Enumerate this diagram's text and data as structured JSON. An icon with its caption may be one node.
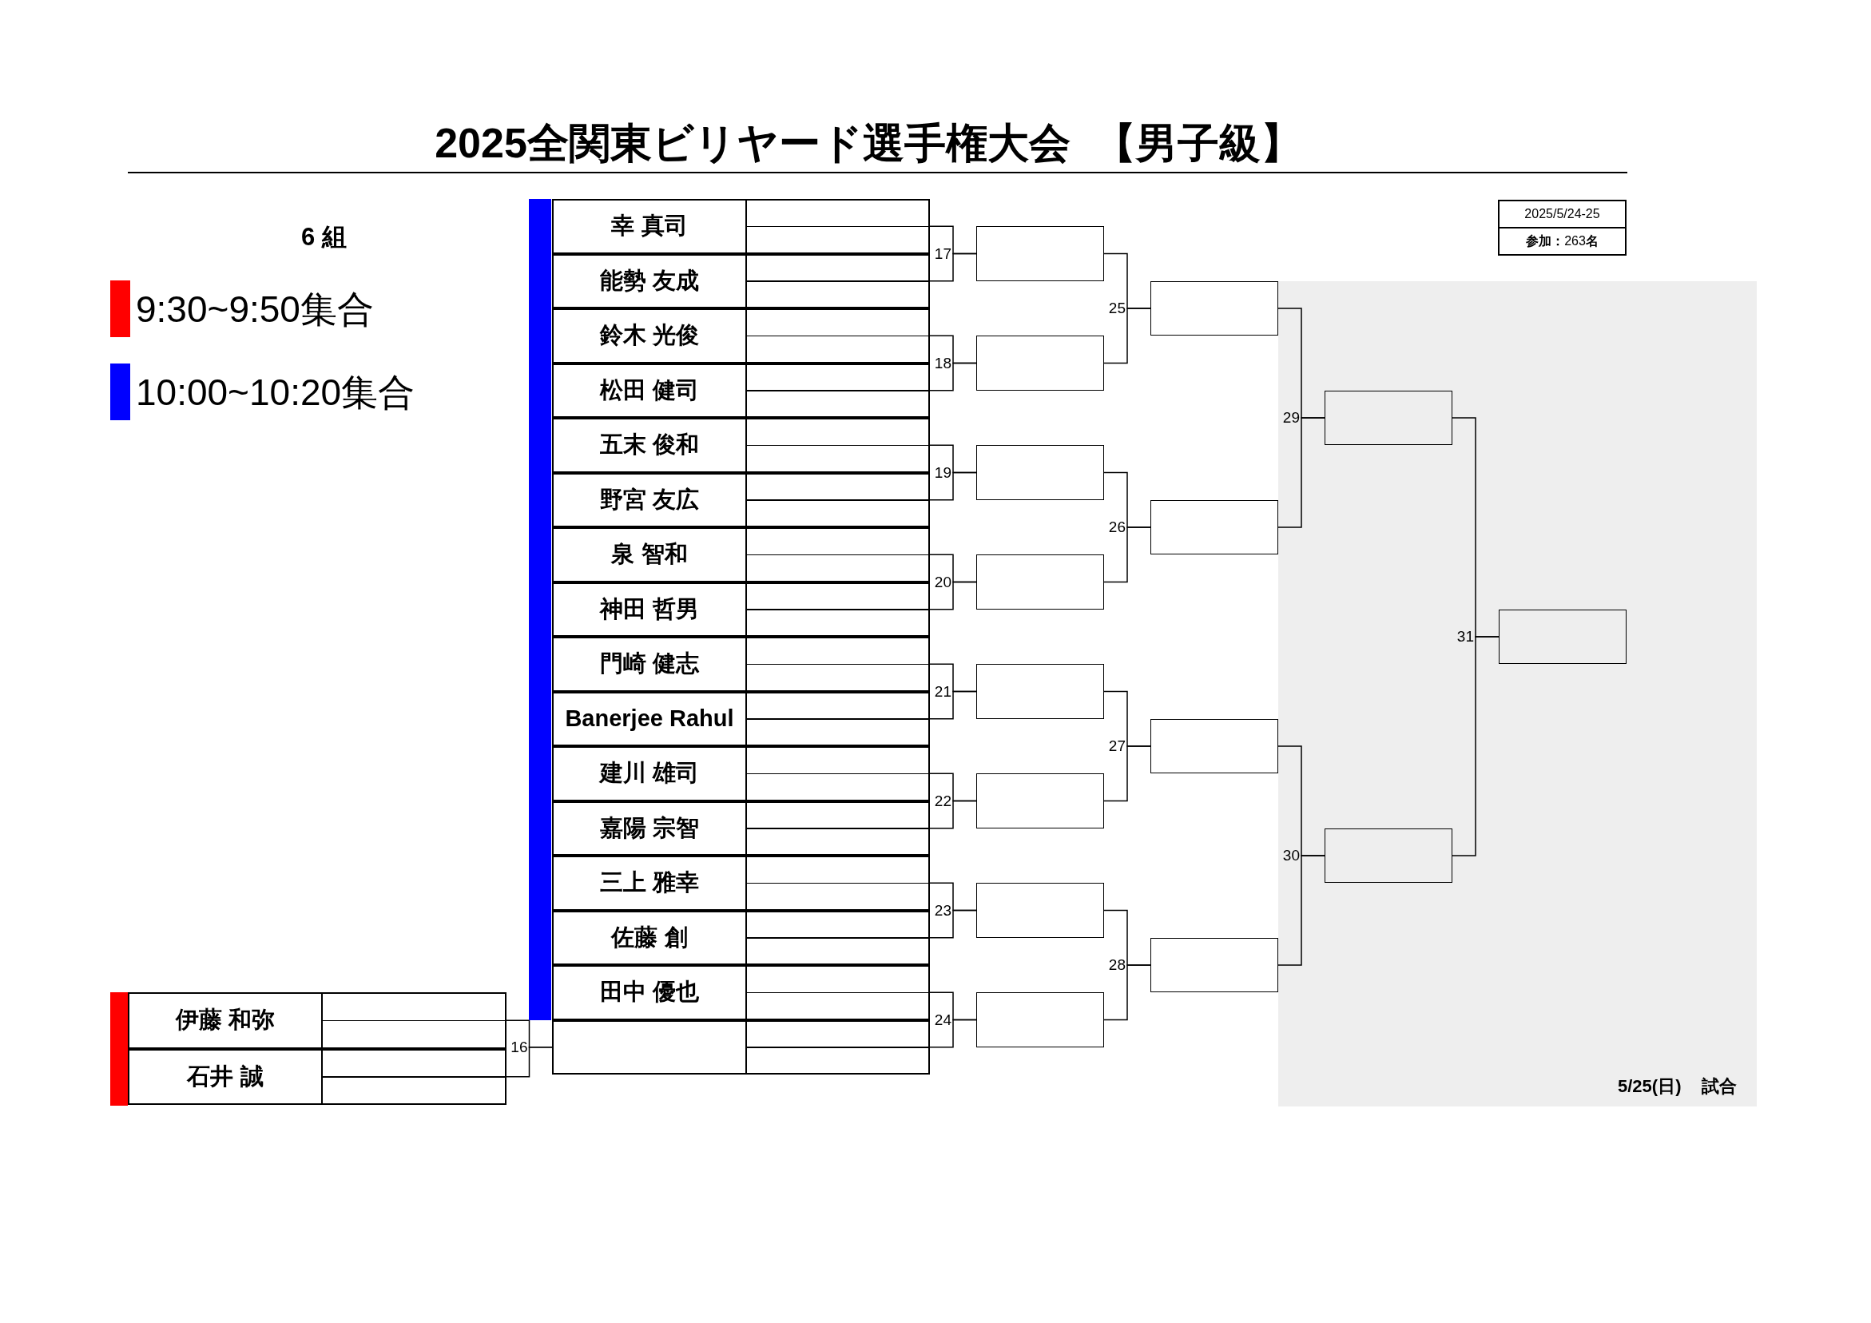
{
  "diagram": {
    "title": "2025全関東ビリヤード選手権大会 【男子級】",
    "nodes": [
      {
        "text": [
          "幸 真司"
        ]
      },
      {
        "text": [
          "能勢 友成"
        ]
      },
      {
        "text": [
          "鈴木 光俊"
        ]
      },
      {
        "text": [
          "松田 健司"
        ]
      },
      {
        "text": [
          "五末 俊和"
        ]
      },
      {
        "text": [
          "野宮 友広"
        ]
      },
      {
        "text": [
          "泉 智和"
        ]
      },
      {
        "text": [
          "神田 哲男"
        ]
      },
      {
        "text": [
          "門崎 健志"
        ]
      },
      {
        "text": [
          "Banerjee Rahul"
        ]
      },
      {
        "text": [
          "建川 雄司"
        ]
      },
      {
        "text": [
          "嘉陽 宗智"
        ]
      },
      {
        "text": [
          "三上 雅幸"
        ]
      },
      {
        "text": [
          "佐藤 創"
        ]
      },
      {
        "text": [
          "田中 優也"
        ]
      },
      {
        "text": [],
        "shape": "box"
      },
      {
        "text": [
          "伊藤 和弥"
        ]
      },
      {
        "text": [
          "石井 誠"
        ]
      },
      {
        "text": [],
        "shape": "box"
      },
      {
        "text": [],
        "shape": "box"
      },
      {
        "text": [],
        "shape": "box"
      },
      {
        "text": [],
        "shape": "box"
      },
      {
        "text": [],
        "shape": "box"
      },
      {
        "text": [],
        "shape": "box"
      },
      {
        "text": [],
        "shape": "box"
      },
      {
        "text": [],
        "shape": "box"
      },
      {
        "text": [],
        "shape": "box"
      },
      {
        "text": [],
        "shape": "box"
      },
      {
        "text": [],
        "shape": "box"
      },
      {
        "text": [],
        "shape": "box"
      },
      {
        "text": [],
        "shape": "box"
      },
      {
        "text": [],
        "shape": "box"
      },
      {
        "text": [],
        "shape": "box"
      },
      {
        "text": [],
        "shape": "bar"
      },
      {
        "text": [],
        "shape": "bar"
      }
    ],
    "edges": [
      {
        "from": 16,
        "to": 15,
        "arrow": "none",
        "label": "16"
      },
      {
        "from": 17,
        "to": 15,
        "arrow": "none"
      },
      {
        "from": 0,
        "to": 18,
        "arrow": "none",
        "label": "17"
      },
      {
        "from": 1,
        "to": 18,
        "arrow": "none"
      },
      {
        "from": 2,
        "to": 19,
        "arrow": "none",
        "label": "18"
      },
      {
        "from": 3,
        "to": 19,
        "arrow": "none"
      },
      {
        "from": 4,
        "to": 20,
        "arrow": "none",
        "label": "19"
      },
      {
        "from": 5,
        "to": 20,
        "arrow": "none"
      },
      {
        "from": 6,
        "to": 21,
        "arrow": "none",
        "label": "20"
      },
      {
        "from": 7,
        "to": 21,
        "arrow": "none"
      },
      {
        "from": 8,
        "to": 22,
        "arrow": "none",
        "label": "21"
      },
      {
        "from": 9,
        "to": 22,
        "arrow": "none"
      },
      {
        "from": 10,
        "to": 23,
        "arrow": "none",
        "label": "22"
      },
      {
        "from": 11,
        "to": 23,
        "arrow": "none"
      },
      {
        "from": 12,
        "to": 24,
        "arrow": "none",
        "label": "23"
      },
      {
        "from": 13,
        "to": 24,
        "arrow": "none"
      },
      {
        "from": 14,
        "to": 25,
        "arrow": "none",
        "label": "24"
      },
      {
        "from": 15,
        "to": 25,
        "arrow": "none"
      },
      {
        "from": 18,
        "to": 26,
        "arrow": "none",
        "label": "25"
      },
      {
        "from": 19,
        "to": 26,
        "arrow": "none"
      },
      {
        "from": 20,
        "to": 27,
        "arrow": "none",
        "label": "26"
      },
      {
        "from": 21,
        "to": 27,
        "arrow": "none"
      },
      {
        "from": 22,
        "to": 28,
        "arrow": "none",
        "label": "27"
      },
      {
        "from": 23,
        "to": 28,
        "arrow": "none"
      },
      {
        "from": 24,
        "to": 29,
        "arrow": "none",
        "label": "28"
      },
      {
        "from": 25,
        "to": 29,
        "arrow": "none"
      },
      {
        "from": 26,
        "to": 30,
        "arrow": "none",
        "label": "29"
      },
      {
        "from": 27,
        "to": 30,
        "arrow": "none"
      },
      {
        "from": 28,
        "to": 31,
        "arrow": "none",
        "label": "30"
      },
      {
        "from": 29,
        "to": 31,
        "arrow": "none"
      },
      {
        "from": 30,
        "to": 32,
        "arrow": "none",
        "label": "31"
      },
      {
        "from": 31,
        "to": 32,
        "arrow": "none"
      }
    ],
    "labels": [
      "6 組",
      "2025/5/24-25",
      "**参加：**263**名**",
      "5/25(日) 試合"
    ],
    "legend": [
      {
        "text": "9:30~9:50集合",
        "color": "#ff0000"
      },
      {
        "text": "10:00~10:20集合",
        "color": "#0000ff"
      }
    ]
  }
}
